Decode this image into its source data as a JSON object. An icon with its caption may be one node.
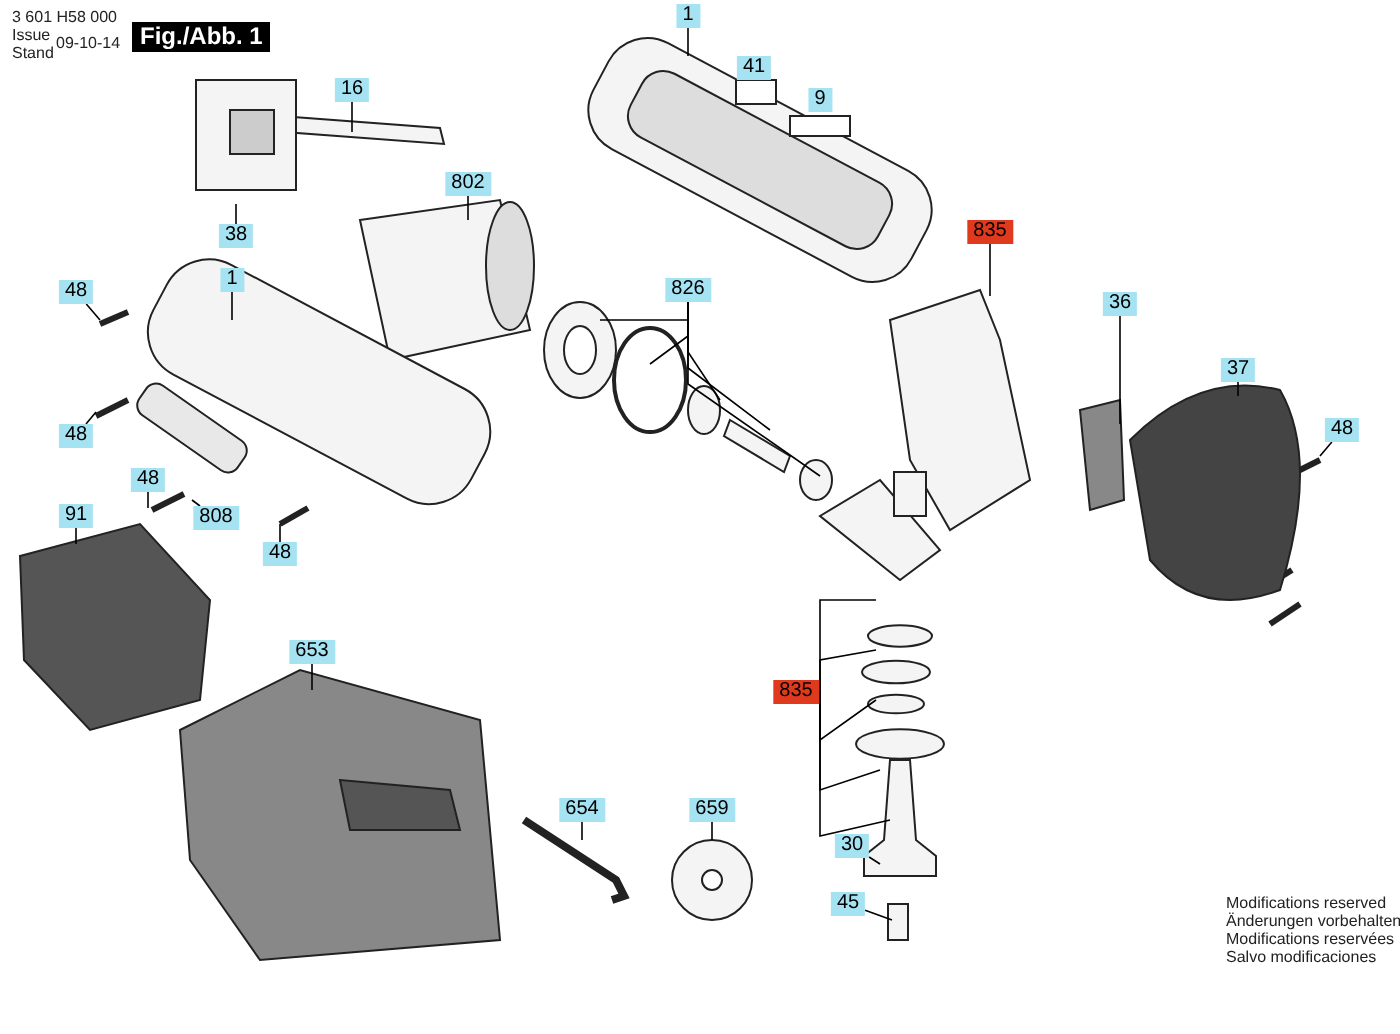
{
  "diagram": {
    "nodes": [
      {
        "text": [
          "16"
        ]
      },
      {
        "text": [
          "1"
        ]
      },
      {
        "text": [
          "41"
        ]
      },
      {
        "text": [
          "9"
        ]
      },
      {
        "text": [
          "802"
        ]
      },
      {
        "text": [
          "38"
        ]
      },
      {
        "text": [
          "1"
        ]
      },
      {
        "text": [
          "835"
        ]
      },
      {
        "text": [
          "826"
        ]
      },
      {
        "text": [
          "36"
        ]
      },
      {
        "text": [
          "48"
        ]
      },
      {
        "text": [
          "37"
        ]
      },
      {
        "text": [
          "48"
        ]
      },
      {
        "text": [
          "48"
        ]
      },
      {
        "text": [
          "48"
        ]
      },
      {
        "text": [
          "808"
        ]
      },
      {
        "text": [
          "48"
        ]
      },
      {
        "text": [
          "91"
        ]
      },
      {
        "text": [
          "653"
        ]
      },
      {
        "text": [
          "835"
        ]
      },
      {
        "text": [
          "654"
        ]
      },
      {
        "text": [
          "659"
        ]
      },
      {
        "text": [
          "30"
        ]
      },
      {
        "text": [
          "45"
        ]
      }
    ],
    "edges": [
      {
        "from": 0,
        "to": null,
        "arrow": "none"
      },
      {
        "from": 1,
        "to": null,
        "arrow": "none"
      },
      {
        "from": 4,
        "to": null,
        "arrow": "none"
      },
      {
        "from": 5,
        "to": null,
        "arrow": "none"
      },
      {
        "from": 6,
        "to": null,
        "arrow": "none"
      },
      {
        "from": 7,
        "to": null,
        "arrow": "none"
      },
      {
        "from": 8,
        "to": null,
        "arrow": "none"
      },
      {
        "from": 8,
        "to": null,
        "arrow": "none"
      },
      {
        "from": 8,
        "to": null,
        "arrow": "none"
      },
      {
        "from": 8,
        "to": null,
        "arrow": "none"
      },
      {
        "from": 8,
        "to": null,
        "arrow": "none"
      },
      {
        "from": 9,
        "to": null,
        "arrow": "none"
      },
      {
        "from": 10,
        "to": null,
        "arrow": "none"
      },
      {
        "from": 11,
        "to": null,
        "arrow": "none"
      },
      {
        "from": 12,
        "to": null,
        "arrow": "none"
      },
      {
        "from": 13,
        "to": null,
        "arrow": "none"
      },
      {
        "from": 14,
        "to": null,
        "arrow": "none"
      },
      {
        "from": 15,
        "to": null,
        "arrow": "none"
      },
      {
        "from": 16,
        "to": null,
        "arrow": "none"
      },
      {
        "from": 17,
        "to": null,
        "arrow": "none"
      },
      {
        "from": 18,
        "to": null,
        "arrow": "none"
      },
      {
        "from": 19,
        "to": null,
        "arrow": "none"
      },
      {
        "from": 19,
        "to": null,
        "arrow": "none"
      },
      {
        "from": 19,
        "to": null,
        "arrow": "none"
      },
      {
        "from": 19,
        "to": null,
        "arrow": "none"
      },
      {
        "from": 19,
        "to": null,
        "arrow": "none"
      },
      {
        "from": 20,
        "to": null,
        "arrow": "none"
      },
      {
        "from": 21,
        "to": null,
        "arrow": "none"
      },
      {
        "from": 22,
        "to": null,
        "arrow": "none"
      },
      {
        "from": 23,
        "to": null,
        "arrow": "none"
      }
    ],
    "labels": [
      "3 601 H58 000",
      "Issue Stand",
      "09-10-14",
      "Fig./Abb. 1",
      "Modifications reserved",
      "Änderungen vorbehalten",
      "Modifications reservées",
      "Salvo modificaciones"
    ]
  }
}
